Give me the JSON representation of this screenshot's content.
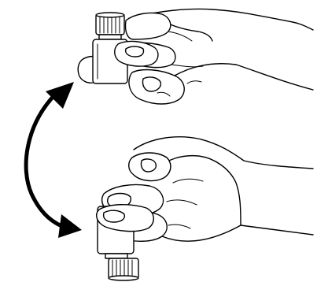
{
  "figure": {
    "type": "instructional-illustration",
    "panels": [
      {
        "id": "top",
        "shows": "hand-holding-vial-cap-up"
      },
      {
        "id": "bottom",
        "shows": "hand-holding-vial-cap-down"
      }
    ],
    "connector": {
      "icon": "double-headed-curved-arrow-icon",
      "color": "#000000"
    },
    "colors": {
      "line": "#000000",
      "background": "#ffffff"
    }
  }
}
